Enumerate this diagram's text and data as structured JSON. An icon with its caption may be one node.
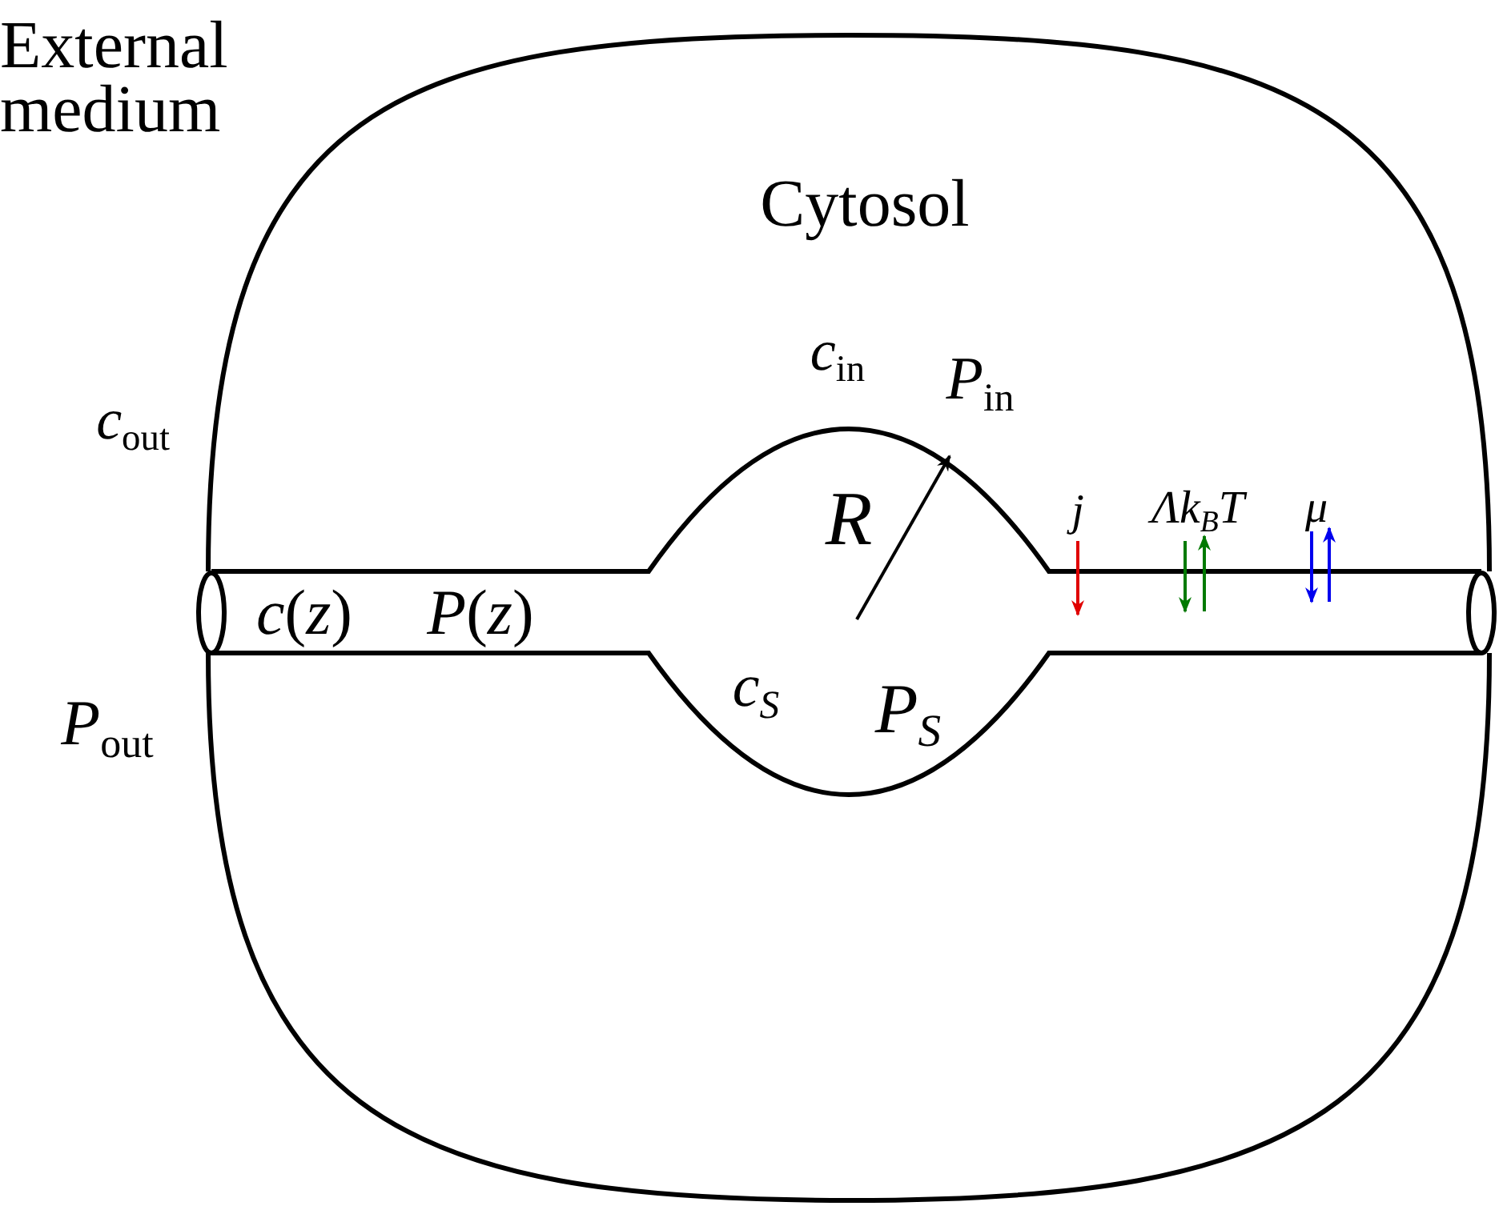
{
  "diagram": {
    "labels": [
      "External medium",
      "Cytosol",
      "*c*$_{in}$",
      "*P*$_{in}$",
      "*c*$_{out}$",
      "*R*",
      "*j*",
      "Λk$_{B}$T",
      "*μ*",
      "*c*(*z*)",
      "*P*(*z*)",
      "*P*$_{out}$",
      "*c*$_{S}$",
      "*P*$_{S}$"
    ]
  }
}
